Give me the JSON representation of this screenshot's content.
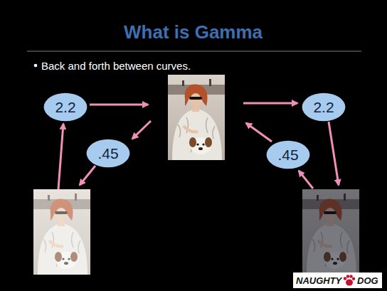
{
  "diagram": {
    "title": "What is Gamma",
    "nodes": [
      {
        "text": [
          "2.2"
        ]
      },
      {
        "text": [
          "2.2"
        ]
      },
      {
        "text": [
          ".45"
        ]
      },
      {
        "text": [
          ".45"
        ]
      }
    ],
    "labels": [
      "Back and forth between curves.",
      "NAUGHTY",
      "DOG"
    ]
  }
}
